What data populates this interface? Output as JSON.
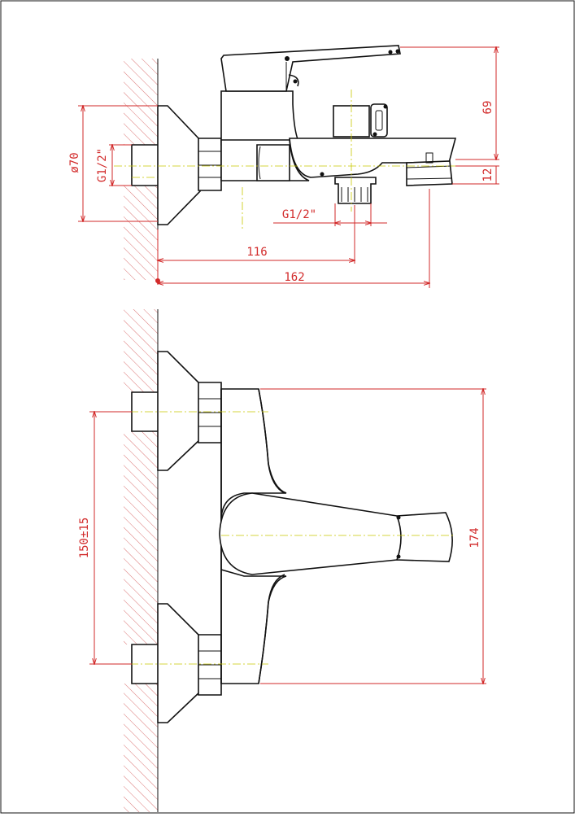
{
  "drawing": {
    "accent_color": "#d22a2a",
    "line_color": "#111111",
    "centerline_color": "#c8c800",
    "side_view": {
      "dim_diameter": "ø70",
      "dim_inlet_thread": "G1/2\"",
      "dim_outlet_thread": "G1/2\"",
      "dim_outlet_reach": "116",
      "dim_total_depth": "162",
      "dim_handle_height": "69",
      "dim_spout_height": "12"
    },
    "top_view": {
      "dim_center_distance": "150±15",
      "dim_total_width": "174"
    }
  }
}
